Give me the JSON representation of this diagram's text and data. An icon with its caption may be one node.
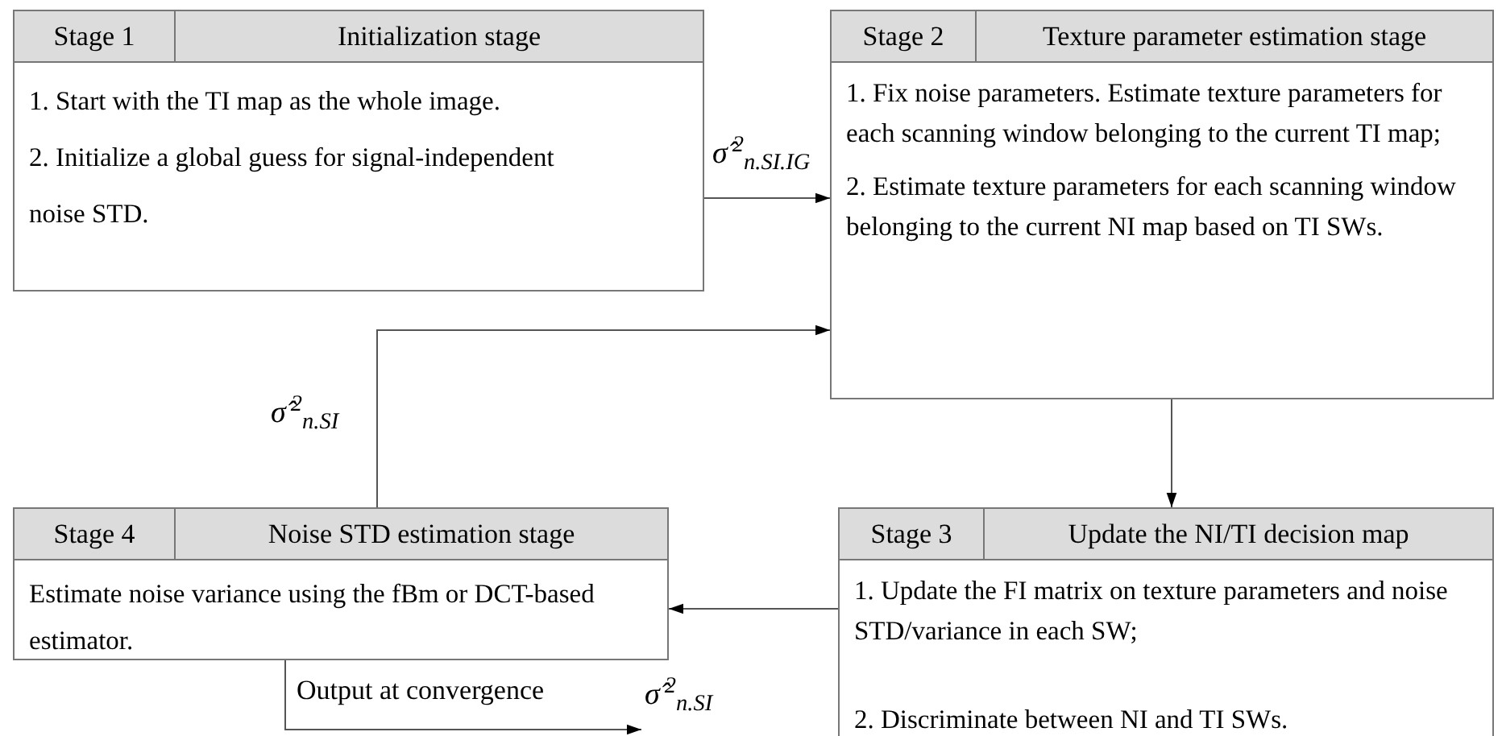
{
  "diagram": {
    "nodes": [
      {
        "text": [
          "Stage 1",
          "Initialization stage",
          "1. Start with the TI map as the whole image.",
          "2. Initialize a global guess for signal-independent noise STD."
        ]
      },
      {
        "text": [
          "Stage 2",
          "Texture parameter estimation stage",
          "1. Fix noise parameters. Estimate texture parameters for each scanning window belonging to the current TI map;",
          "2. Estimate texture parameters for each scanning window belonging to the current NI map based on TI SWs."
        ]
      },
      {
        "text": [
          "Stage 3",
          "Update the NI/TI decision map",
          "1. Update the FI matrix on texture parameters and noise STD/variance in each SW;",
          "2. Discriminate between NI and TI SWs."
        ]
      },
      {
        "text": [
          "Stage 4",
          "Noise STD estimation stage",
          "Estimate noise variance using the fBm or DCT-based estimator."
        ]
      },
      {
        "text": [
          "σ̂$^{2}$$_{n.SI}$"
        ]
      }
    ],
    "edges": [
      {
        "from": 0,
        "to": 1,
        "arrow": "to",
        "label": "σ̂$^{2}$$_{n.SI.IG}$"
      },
      {
        "from": 3,
        "to": 1,
        "arrow": "to",
        "label": "σ̂$^{2}$$_{n.SI}$"
      },
      {
        "from": 1,
        "to": 2,
        "arrow": "to"
      },
      {
        "from": 2,
        "to": 3,
        "arrow": "to"
      },
      {
        "from": 3,
        "to": 4,
        "arrow": "to",
        "label": "Output at convergence"
      }
    ]
  }
}
